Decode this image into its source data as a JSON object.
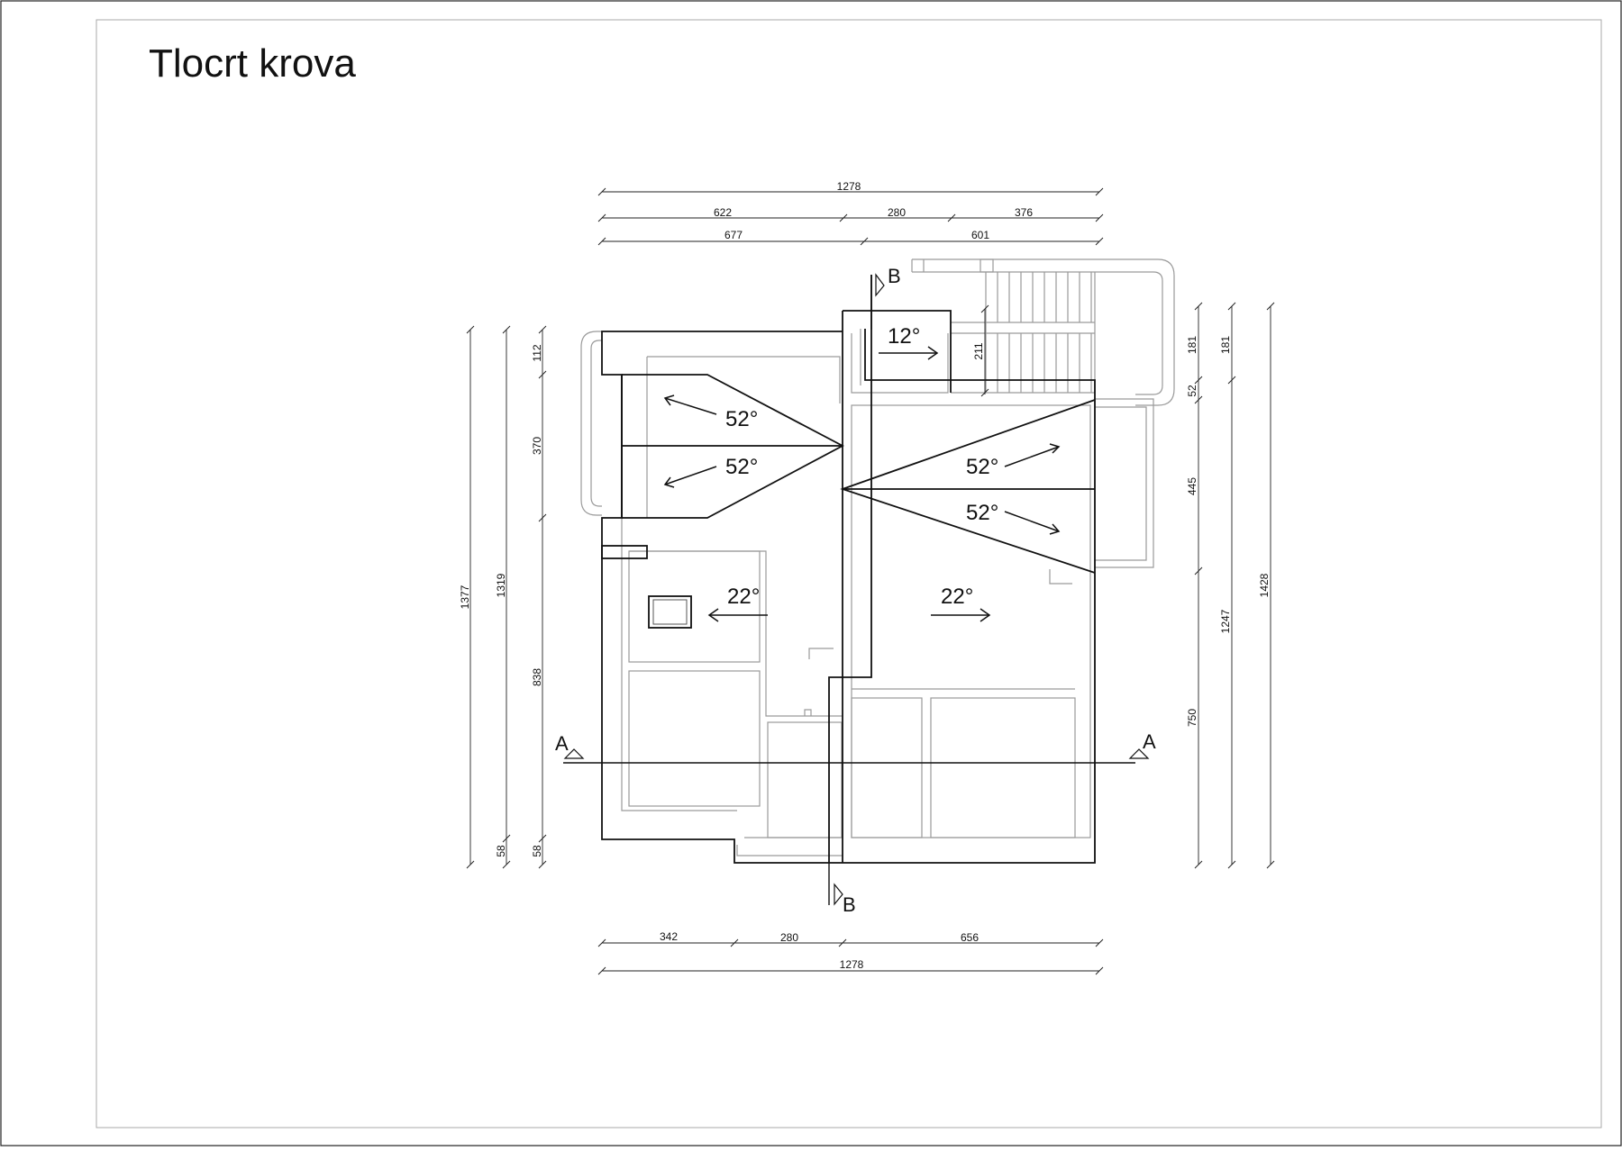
{
  "title": "Tlocrt krova",
  "dimensions": {
    "top_overall": "1278",
    "top_a": "622",
    "top_b": "280",
    "top_c": "376",
    "top_d": "677",
    "top_e": "601",
    "bottom_a": "342",
    "bottom_b": "280",
    "bottom_c": "656",
    "bottom_overall": "1278",
    "left_overall": "1377",
    "left_mid": "1319",
    "left_58a": "58",
    "left_58b": "58",
    "left_112": "112",
    "left_370": "370",
    "left_838": "838",
    "right_181a": "181",
    "right_181b": "181",
    "right_52": "52",
    "right_445": "445",
    "right_750": "750",
    "right_1247": "1247",
    "right_1428": "1428",
    "inner_211": "211"
  },
  "slopes": {
    "s12": "12°",
    "s52_tl": "52°",
    "s52_bl": "52°",
    "s52_tr": "52°",
    "s52_br": "52°",
    "s22_l": "22°",
    "s22_r": "22°"
  },
  "sections": {
    "a_left": "A",
    "a_right": "A",
    "b_top": "B",
    "b_bottom": "B"
  }
}
